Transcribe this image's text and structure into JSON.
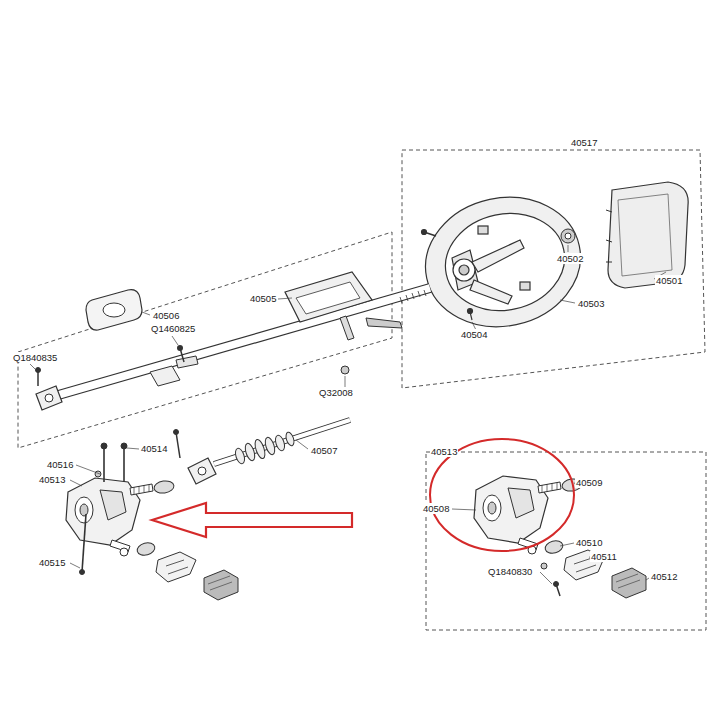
{
  "diagram": {
    "labels": [
      "40517",
      "40502",
      "40501",
      "40503",
      "40504",
      "40506",
      "40505",
      "Q1460825",
      "Q1840835",
      "Q32008",
      "40507",
      "40514",
      "40516",
      "40513",
      "40515",
      "40513",
      "40509",
      "40508",
      "40510",
      "40511",
      "Q1840830",
      "40512"
    ]
  }
}
